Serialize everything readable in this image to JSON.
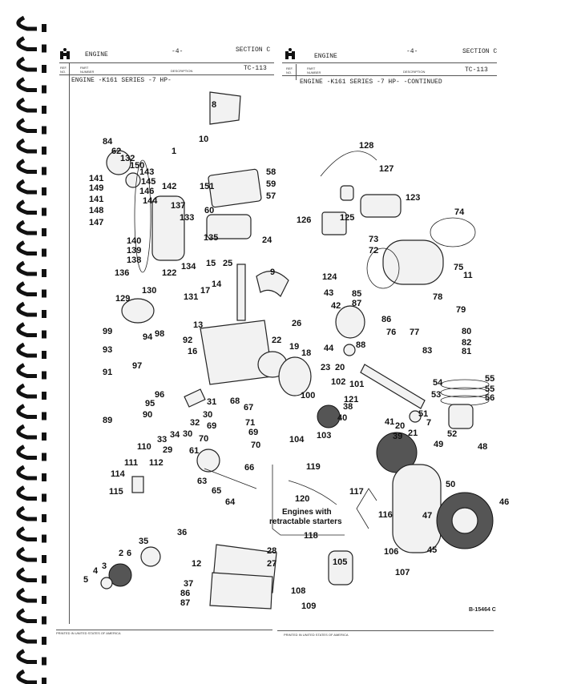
{
  "left_page": {
    "header": {
      "title": "ENGINE",
      "page": "-4-",
      "section": "SECTION C",
      "ref_no": "REF. NO.",
      "part_number": "PART NUMBER",
      "description": "DESCRIPTION",
      "catalog": "TC-113"
    },
    "subtitle": "ENGINE -K161 SERIES -7 HP-",
    "footer": "PRINTED IN UNITED STATES OF AMERICA"
  },
  "right_page": {
    "header": {
      "title": "ENGINE",
      "page": "-4-",
      "section": "SECTION C",
      "ref_no": "REF. NO.",
      "part_number": "PART NUMBER",
      "description": "DESCRIPTION",
      "catalog": "TC-113"
    },
    "subtitle": "ENGINE -K161 SERIES -7 HP-  -CONTINUED",
    "footer": "PRINTED IN UNITED STATES OF AMERICA"
  },
  "diagram": {
    "note_line1": "Engines with",
    "note_line2": "retractable starters",
    "drawing_code": "B-15464 C",
    "callouts": [
      "8",
      "10",
      "84",
      "62",
      "1",
      "132",
      "150",
      "143",
      "58",
      "151",
      "59",
      "145",
      "142",
      "141",
      "149",
      "146",
      "57",
      "144",
      "141",
      "137",
      "60",
      "148",
      "133",
      "147",
      "140",
      "135",
      "24",
      "139",
      "138",
      "134",
      "122",
      "136",
      "15",
      "25",
      "9",
      "14",
      "17",
      "130",
      "131",
      "129",
      "13",
      "26",
      "99",
      "94",
      "98",
      "92",
      "16",
      "93",
      "22",
      "19",
      "18",
      "97",
      "91",
      "96",
      "95",
      "90",
      "89",
      "31",
      "68",
      "67",
      "30",
      "32",
      "33",
      "34",
      "30",
      "70",
      "69",
      "71",
      "69",
      "70",
      "110",
      "29",
      "61",
      "111",
      "112",
      "66",
      "63",
      "114",
      "115",
      "65",
      "64",
      "36",
      "35",
      "2",
      "6",
      "3",
      "28",
      "12",
      "27",
      "4",
      "5",
      "37",
      "86",
      "87",
      "128",
      "127",
      "123",
      "74",
      "126",
      "125",
      "73",
      "72",
      "124",
      "75",
      "11",
      "43",
      "42",
      "85",
      "87",
      "78",
      "79",
      "86",
      "76",
      "77",
      "80",
      "88",
      "44",
      "82",
      "83",
      "81",
      "23",
      "20",
      "102",
      "101",
      "100",
      "121",
      "54",
      "55",
      "55",
      "53",
      "56",
      "38",
      "40",
      "51",
      "20",
      "21",
      "41",
      "39",
      "52",
      "104",
      "103",
      "7",
      "49",
      "48",
      "119",
      "50",
      "120",
      "117",
      "116",
      "46",
      "47",
      "45",
      "106",
      "118",
      "105",
      "107",
      "108",
      "109"
    ]
  }
}
